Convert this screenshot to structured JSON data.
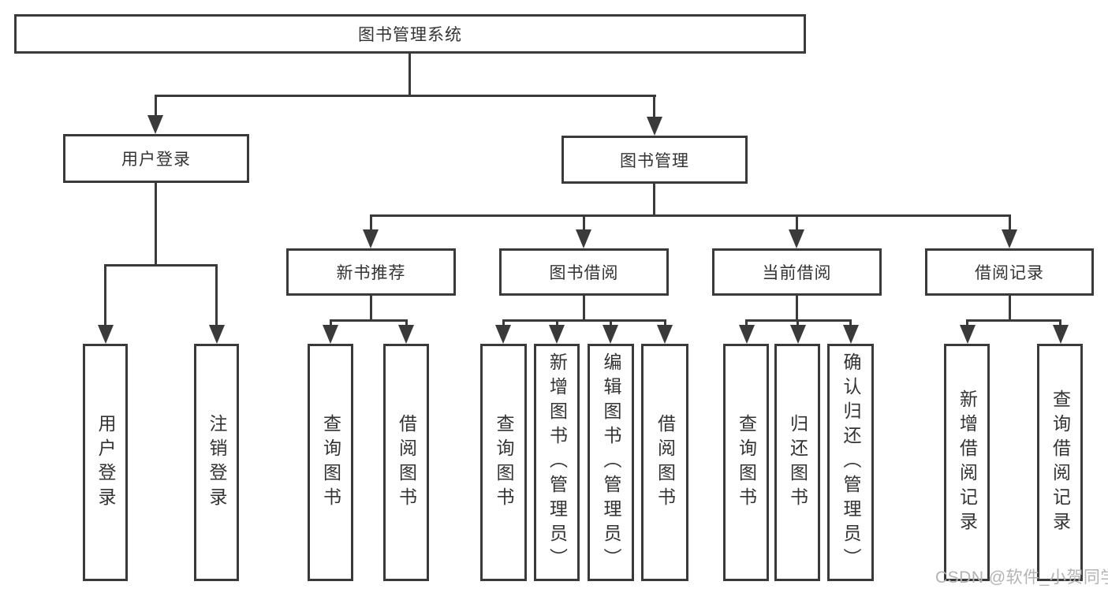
{
  "colors": {
    "background": "#ffffff",
    "line": "#3a3a3a",
    "text": "#333333",
    "watermark": "#b3b3b3"
  },
  "tree": {
    "root": {
      "label": "图书管理系统"
    },
    "user_login": {
      "label": "用户登录",
      "children": [
        {
          "label": "用户登录"
        },
        {
          "label": "注销登录"
        }
      ]
    },
    "book_mgmt": {
      "label": "图书管理",
      "sections": [
        {
          "label": "新书推荐",
          "children": [
            {
              "label": "查询图书"
            },
            {
              "label": "借阅图书"
            }
          ]
        },
        {
          "label": "图书借阅",
          "children": [
            {
              "label": "查询图书"
            },
            {
              "label": "新增图书（管理员）"
            },
            {
              "label": "编辑图书（管理员）"
            },
            {
              "label": "借阅图书"
            }
          ]
        },
        {
          "label": "当前借阅",
          "children": [
            {
              "label": "查询图书"
            },
            {
              "label": "归还图书"
            },
            {
              "label": "确认归还（管理员）"
            }
          ]
        },
        {
          "label": "借阅记录",
          "children": [
            {
              "label": "新增借阅记录"
            },
            {
              "label": "查询借阅记录"
            }
          ]
        }
      ]
    }
  },
  "watermark": {
    "text": "CSDN @软件_小贺同学"
  }
}
